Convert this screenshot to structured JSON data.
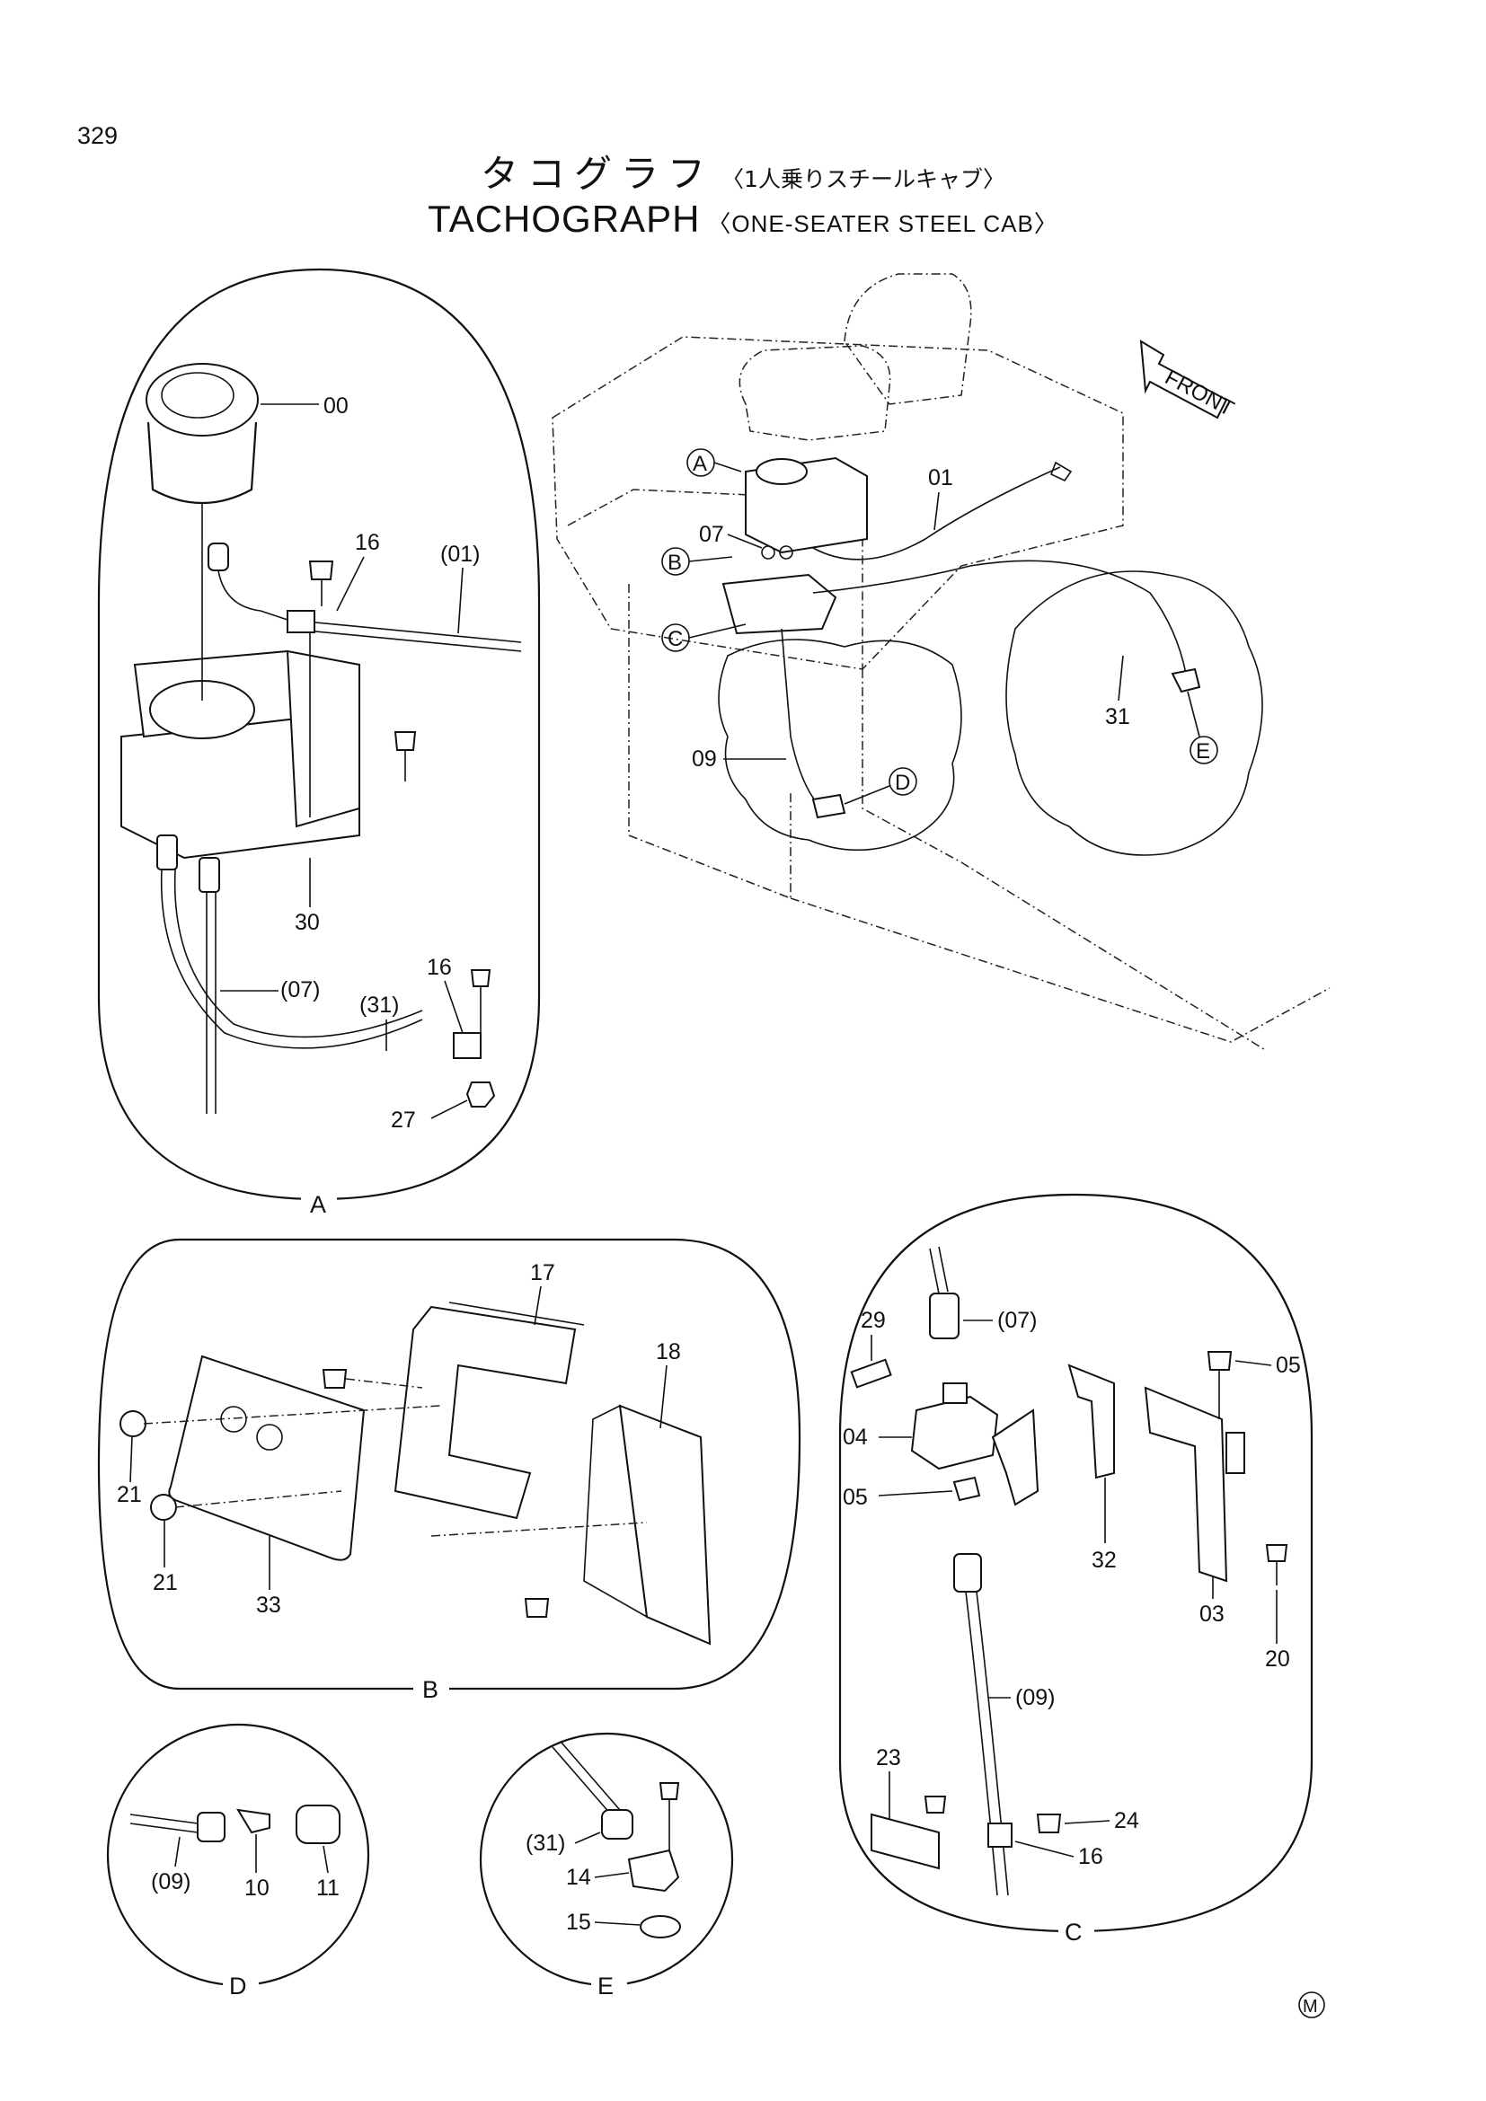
{
  "page_number": "329",
  "title": {
    "jp_main": "タコグラフ",
    "jp_sub": "〈1人乗りスチールキャブ〉",
    "en_main": "TACHOGRAPH",
    "en_sub": "〈ONE-SEATER STEEL CAB〉"
  },
  "overview": {
    "front_label": "FRONT",
    "callouts": {
      "a": "A",
      "b": "B",
      "c": "C",
      "d": "D",
      "e": "E"
    },
    "labels": {
      "p01": "01",
      "p07": "07",
      "p09": "09",
      "p31": "31"
    }
  },
  "view_a": {
    "name": "A",
    "labels": {
      "p00": "00",
      "p16a": "16",
      "p01": "(01)",
      "p30": "30",
      "p07": "(07)",
      "p31": "(31)",
      "p16b": "16",
      "p27": "27"
    }
  },
  "view_b": {
    "name": "B",
    "labels": {
      "p17": "17",
      "p18": "18",
      "p21a": "21",
      "p21b": "21",
      "p33": "33"
    }
  },
  "view_c": {
    "name": "C",
    "labels": {
      "p29": "29",
      "p07": "(07)",
      "p04": "04",
      "p05a": "05",
      "p05b": "05",
      "p32": "32",
      "p03": "03",
      "p20": "20",
      "p09": "(09)",
      "p23": "23",
      "p24": "24",
      "p16": "16"
    }
  },
  "view_d": {
    "name": "D",
    "labels": {
      "p09": "(09)",
      "p10": "10",
      "p11": "11"
    }
  },
  "view_e": {
    "name": "E",
    "labels": {
      "p31": "(31)",
      "p14": "14",
      "p15": "15"
    }
  },
  "mark": "M"
}
